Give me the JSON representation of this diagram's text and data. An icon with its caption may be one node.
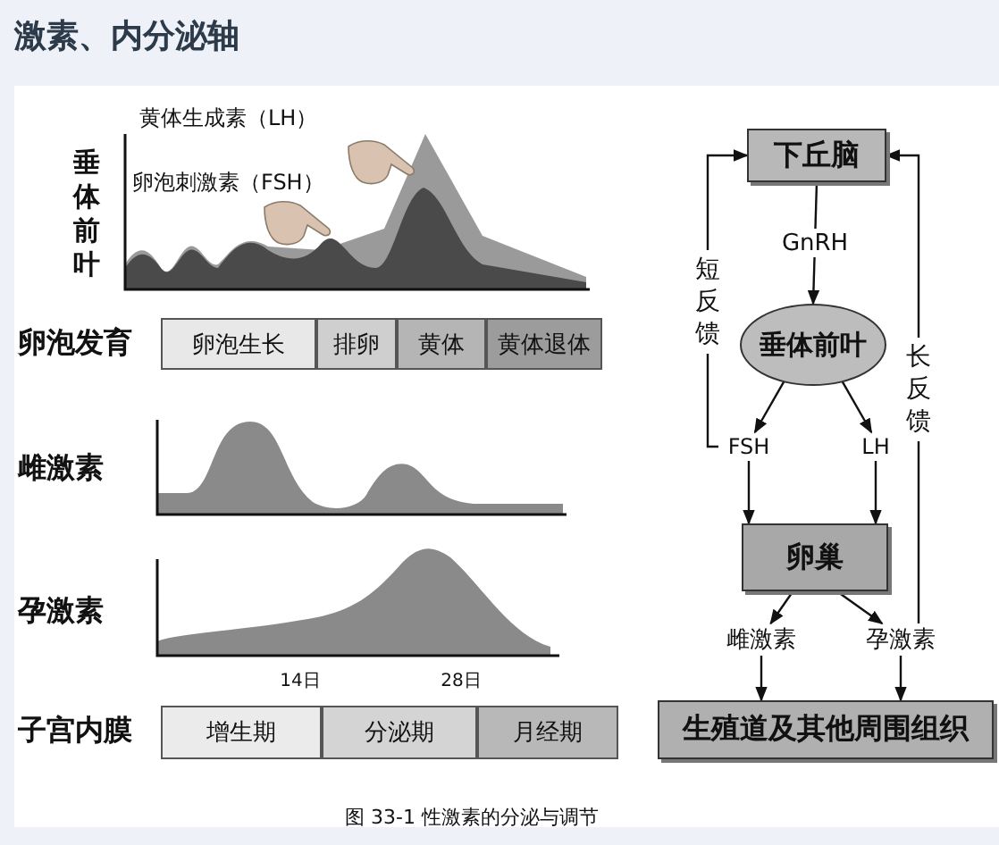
{
  "diagram": {
    "title": "激素、内分泌轴",
    "caption": "图 33-1 性激素的分泌与调节",
    "nodes": [
      {
        "text": [
          "下丘脑"
        ]
      },
      {
        "text": [
          "垂体前叶"
        ]
      },
      {
        "text": [
          "FSH"
        ]
      },
      {
        "text": [
          "LH"
        ]
      },
      {
        "text": [
          "卵巢"
        ]
      },
      {
        "text": [
          "雌激素"
        ]
      },
      {
        "text": [
          "孕激素"
        ]
      },
      {
        "text": [
          "生殖道及其他周围组织"
        ]
      }
    ],
    "edges": [
      {
        "from": 0,
        "to": 1,
        "arrow": "to",
        "label": "GnRH"
      },
      {
        "from": 1,
        "to": 2,
        "arrow": "to"
      },
      {
        "from": 1,
        "to": 3,
        "arrow": "to"
      },
      {
        "from": 2,
        "to": 4,
        "arrow": "to"
      },
      {
        "from": 3,
        "to": 4,
        "arrow": "to"
      },
      {
        "from": 4,
        "to": 5,
        "arrow": "to"
      },
      {
        "from": 4,
        "to": 6,
        "arrow": "to"
      },
      {
        "from": 5,
        "to": 7,
        "arrow": "to"
      },
      {
        "from": 6,
        "to": 7,
        "arrow": "to"
      },
      {
        "from": 2,
        "to": 0,
        "arrow": "to",
        "label": "短反馈"
      },
      {
        "from": 6,
        "to": 0,
        "arrow": "to",
        "label": "长反馈"
      }
    ],
    "labels": [
      "黄体生成素（LH）",
      "垂体前叶",
      "卵泡刺激素（FSH）",
      "卵泡发育",
      "卵泡生长",
      "排卵",
      "黄体",
      "黄体退体",
      "雌激素",
      "孕激素",
      "14日",
      "28日",
      "子宫内膜",
      "增生期",
      "分泌期",
      "月经期"
    ]
  }
}
